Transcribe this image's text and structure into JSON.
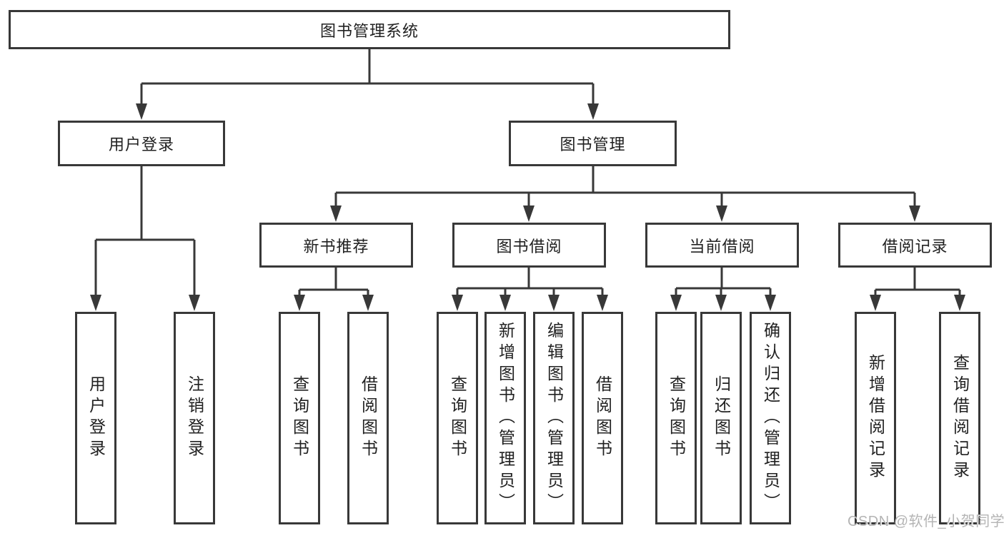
{
  "tree": {
    "label": "图书管理系统",
    "children": [
      {
        "label": "用户登录",
        "children": [
          {
            "label": "用户登录"
          },
          {
            "label": "注销登录"
          }
        ]
      },
      {
        "label": "图书管理",
        "children": [
          {
            "label": "新书推荐",
            "children": [
              {
                "label": "查询图书"
              },
              {
                "label": "借阅图书"
              }
            ]
          },
          {
            "label": "图书借阅",
            "children": [
              {
                "label": "查询图书"
              },
              {
                "label": "新增图书（管理员）"
              },
              {
                "label": "编辑图书（管理员）"
              },
              {
                "label": "借阅图书"
              }
            ]
          },
          {
            "label": "当前借阅",
            "children": [
              {
                "label": "查询图书"
              },
              {
                "label": "归还图书"
              },
              {
                "label": "确认归还（管理员）"
              }
            ]
          },
          {
            "label": "借阅记录",
            "children": [
              {
                "label": "新增借阅记录"
              },
              {
                "label": "查询借阅记录"
              }
            ]
          }
        ]
      }
    ]
  },
  "colors": {
    "line": "#383838",
    "text": "#212121",
    "watermark": "#b4b4b4"
  },
  "watermark": {
    "text": "CSDN @软件_小贺同学"
  }
}
